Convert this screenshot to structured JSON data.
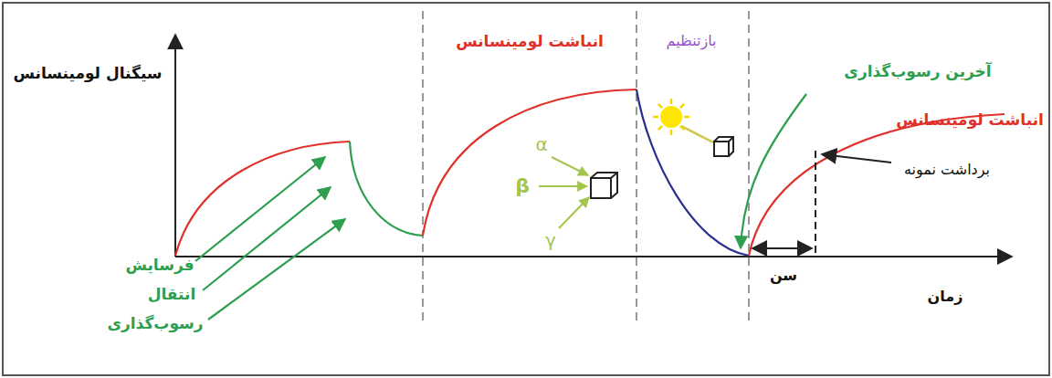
{
  "diagram": {
    "labels": [
      "سیگنال لومینسانس",
      "انباشت لومینسانس",
      "بازتنظیم",
      "آخرین رسوب‌گذاری",
      "انباشت لومینسانس",
      "α",
      "β",
      "γ",
      "برداشت نمونه",
      "فرسایش",
      "انتقال",
      "سن",
      "زمان",
      "رسوب‌گذاری"
    ]
  }
}
